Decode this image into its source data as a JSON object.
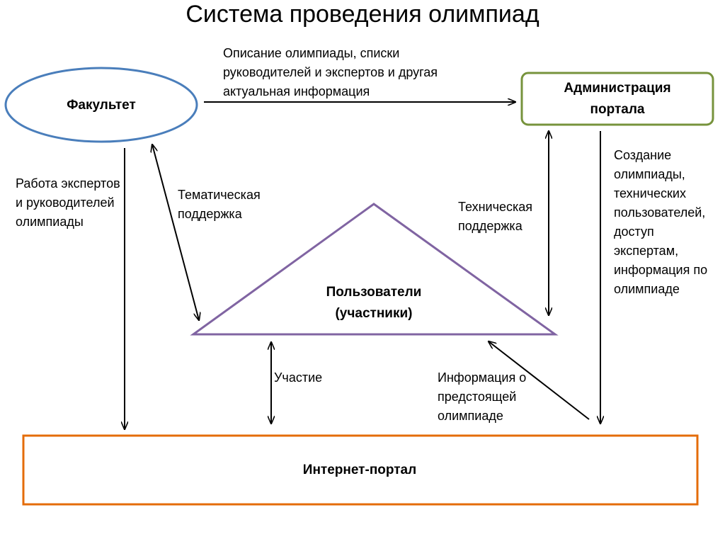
{
  "title": "Система проведения олимпиад",
  "nodes": {
    "faculty": "Факультет",
    "admin": "Администрация портала",
    "users": "Пользователи (участники)",
    "portal": "Интернет-портал"
  },
  "edges": {
    "faculty_to_admin": "Описание олимпиады, списки руководителей и экспертов и другая актуальная информация",
    "faculty_to_portal": "Работа экспертов и руководителей олимпиады",
    "thematic_support": "Тематическая поддержка",
    "technical_support": "Техническая поддержка",
    "admin_to_portal": "Создание олимпиады, технических пользователей, доступ экспертам, информация по олимпиаде",
    "participation": "Участие",
    "upcoming_info": "Информация о предстоящей олимпиаде"
  },
  "colors": {
    "faculty_border": "#4a7ebb",
    "admin_border": "#77933c",
    "users_border": "#8064a2",
    "portal_border": "#e46c0a",
    "arrow": "#000000"
  }
}
